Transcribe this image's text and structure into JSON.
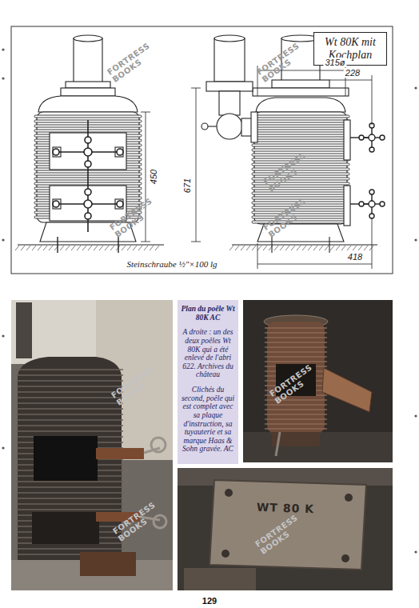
{
  "diagram": {
    "nodes": [
      {
        "text": [
          "Wt 80K mit Kochplan"
        ]
      },
      {
        "text": [
          "Plan du poêle Wt 80K AC",
          "A droite : un des deux poêles Wt 80K qui a été enlevé de l'abri 622. Archives du château",
          "Clichés du second, poêle qui est complet avec sa plaque d'instruction, sa tuyauterie et sa marque Haas & Sohn gravée. AC"
        ]
      }
    ],
    "labels": [
      "450",
      "671",
      "315ø",
      "228",
      "418",
      "Steinschraube ½\"×100 lg",
      "WT 80 K",
      "129",
      "FORTRESS BOOKS",
      "FORTRESS BOOKS",
      "FORTRESS BOOKS",
      "FORTRESS BOOKS",
      "FORTRESS BOOKS",
      "FORTRESS BOOKS",
      "FORTRESS BOOKS",
      "FORTRESS BOOKS",
      "FORTRESS BOOKS"
    ]
  }
}
